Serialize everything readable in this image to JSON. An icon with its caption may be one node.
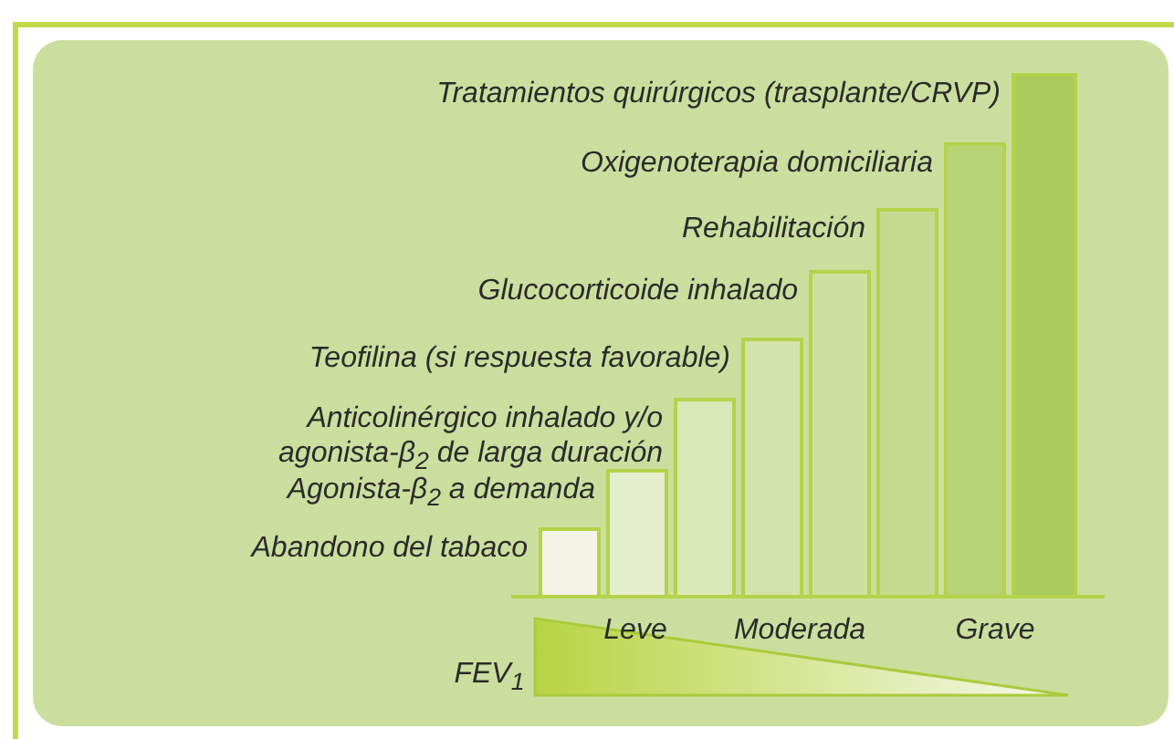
{
  "diagram": {
    "nodes": [
      {
        "text": [],
        "shape": "bar",
        "beside": [
          "Abandono del tabaco"
        ]
      },
      {
        "text": [],
        "shape": "bar",
        "beside": [
          "Agonista-β$_{2}$ a demanda"
        ]
      },
      {
        "text": [],
        "shape": "bar",
        "beside": [
          "Anticolinérgico inhalado y/o agonista-β$_{2}$ de larga duración"
        ]
      },
      {
        "text": [],
        "shape": "bar",
        "beside": [
          "Teofilina (si respuesta favorable)"
        ]
      },
      {
        "text": [],
        "shape": "bar",
        "beside": [
          "Glucocorticoide inhalado"
        ]
      },
      {
        "text": [],
        "shape": "bar",
        "beside": [
          "Rehabilitación"
        ]
      },
      {
        "text": [],
        "shape": "bar",
        "beside": [
          "Oxigenoterapia domiciliaria"
        ]
      },
      {
        "text": [],
        "shape": "bar",
        "beside": [
          "Tratamientos quirúrgicos (trasplante/CRVP)"
        ]
      }
    ],
    "labels": [
      "Leve",
      "Moderada",
      "Grave",
      "FEV$_{1}$"
    ]
  }
}
